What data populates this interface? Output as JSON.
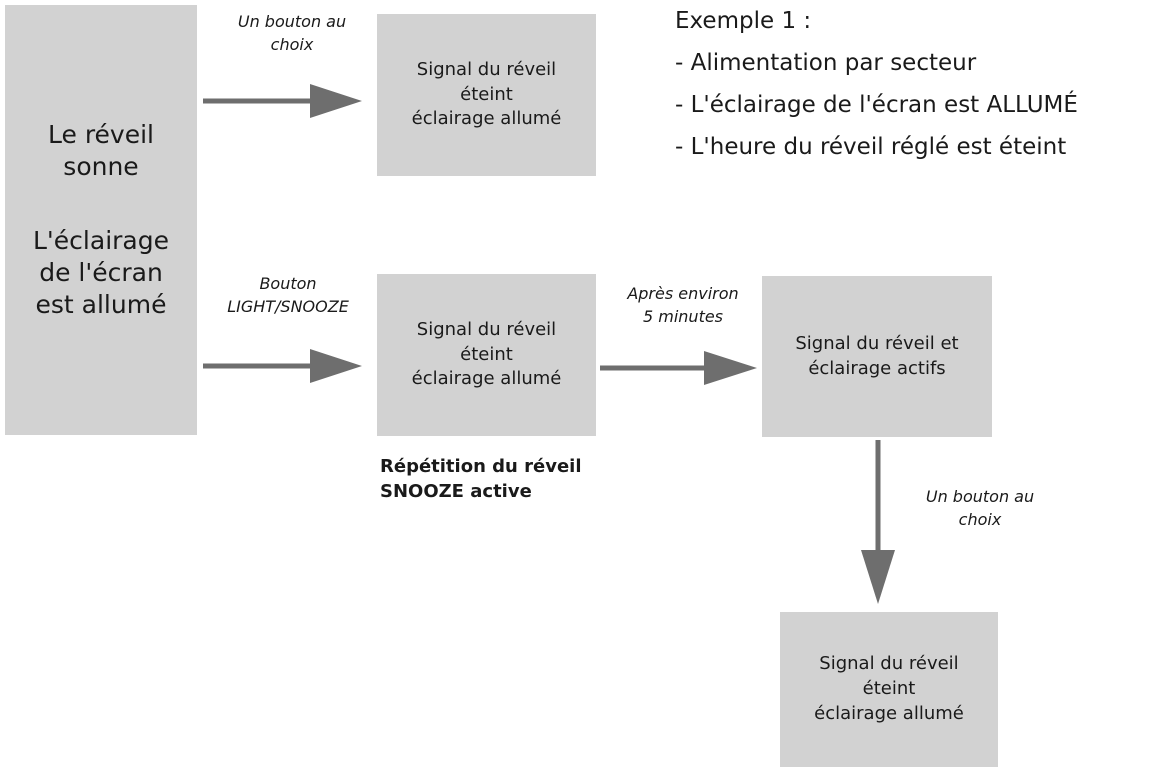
{
  "main_box": {
    "lines_top": [
      "Le réveil",
      "sonne"
    ],
    "lines_bottom": [
      "L'éclairage",
      "de l'écran",
      "est allumé"
    ]
  },
  "box_top": {
    "lines": [
      "Signal du réveil",
      "éteint",
      "éclairage allumé"
    ]
  },
  "box_middle": {
    "lines": [
      "Signal du réveil",
      "éteint",
      "éclairage allumé"
    ]
  },
  "box_right": {
    "lines": [
      "Signal du réveil et",
      "éclairage actifs"
    ]
  },
  "box_bottom": {
    "lines": [
      "Signal du réveil",
      "éteint",
      "éclairage allumé"
    ]
  },
  "arrow_labels": {
    "top": [
      "Un bouton au",
      "choix"
    ],
    "middle": [
      "Bouton",
      "LIGHT/SNOOZE"
    ],
    "right": [
      "Après environ",
      "5 minutes"
    ],
    "down": [
      "Un bouton au",
      "choix"
    ]
  },
  "snooze_note": [
    "Répétition du réveil",
    "SNOOZE active"
  ],
  "example": {
    "title": "Exemple 1 :",
    "items": [
      "- Alimentation par secteur",
      "- L'éclairage de l'écran est ALLUMÉ",
      "- L'heure du réveil réglé est éteint"
    ]
  },
  "colors": {
    "box_fill": "#d2d2d2",
    "arrow": "#6e6e6e",
    "text": "#1a1a1a"
  }
}
